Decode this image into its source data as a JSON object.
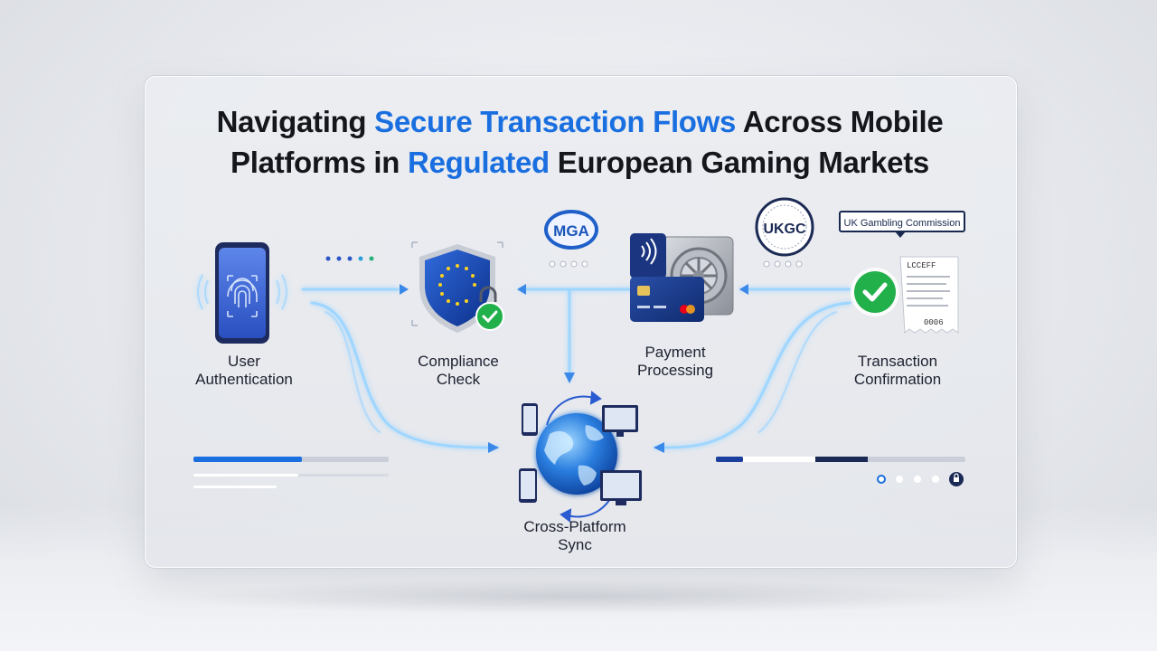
{
  "title": {
    "part1": "Navigating ",
    "highlight1": "Secure Transaction Flows",
    "part2": " Across Mobile",
    "part3": "Platforms in ",
    "highlight2": "Regulated",
    "part4": " European Gaming Markets"
  },
  "steps": [
    {
      "line1": "User",
      "line2": "Authentication"
    },
    {
      "line1": "Compliance",
      "line2": "Check"
    },
    {
      "line1": "Payment",
      "line2": "Processing"
    },
    {
      "line1": "Transaction",
      "line2": "Confirmation"
    },
    {
      "line1": "Cross-Platform",
      "line2": "Sync"
    }
  ],
  "badges": {
    "mga": "MGA",
    "ukgc": "UKGC",
    "ukgc_callout": "UK Gambling Commission",
    "receipt_header": "LCCEFF",
    "receipt_amount": "0006"
  },
  "colors": {
    "accent": "#1a6fe0",
    "navy": "#18284f",
    "success": "#22b04b",
    "flow": "#8fd0ff"
  },
  "icons": [
    "fingerprint-icon",
    "eu-shield-icon",
    "lock-check-icon",
    "contactless-icon",
    "credit-card-icon",
    "vault-icon",
    "globe-sync-icon",
    "phone-icon",
    "monitor-icon",
    "check-circle-icon",
    "receipt-icon",
    "lock-icon"
  ]
}
